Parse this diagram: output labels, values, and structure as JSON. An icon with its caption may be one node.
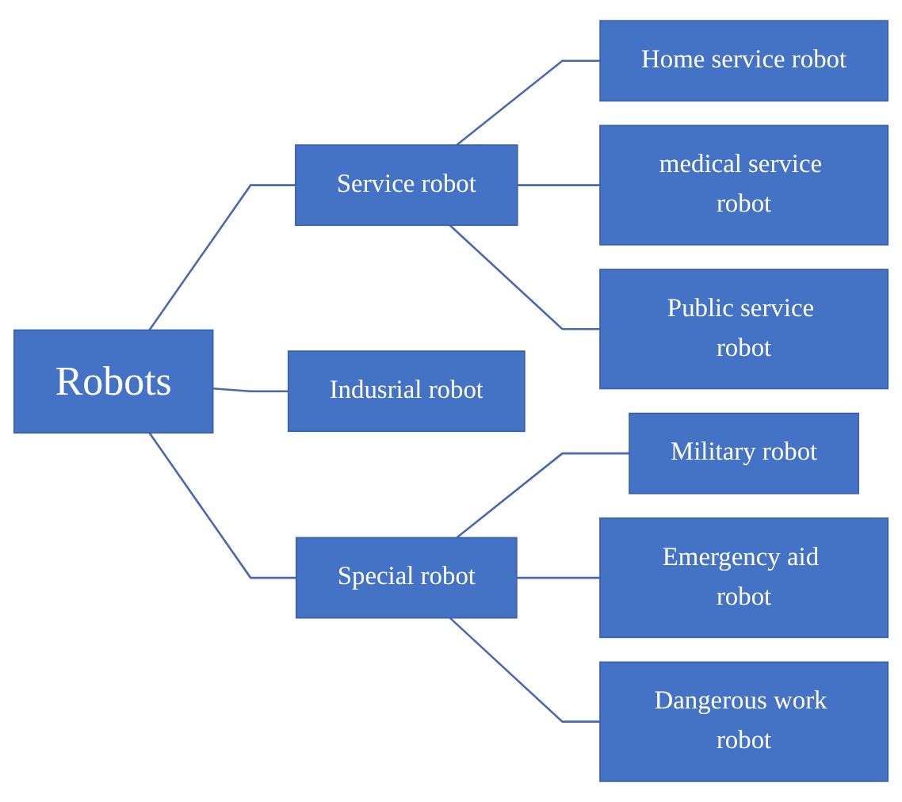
{
  "diagram": {
    "nodes": [
      {
        "text": [
          "Robots"
        ]
      },
      {
        "text": [
          "Service robot"
        ]
      },
      {
        "text": [
          "Home service robot"
        ]
      },
      {
        "text": [
          "medical service robot"
        ]
      },
      {
        "text": [
          "Public service robot"
        ]
      },
      {
        "text": [
          "Special robot"
        ]
      },
      {
        "text": [
          "Military robot"
        ]
      },
      {
        "text": [
          "Emergency aid robot"
        ]
      },
      {
        "text": [
          "Dangerous work robot"
        ]
      },
      {
        "text": [
          "Indusrial robot"
        ]
      }
    ],
    "edges": [
      {
        "from": 0,
        "to": 1,
        "arrow": "none"
      },
      {
        "from": 1,
        "to": 2,
        "arrow": "none"
      },
      {
        "from": 1,
        "to": 3,
        "arrow": "none"
      },
      {
        "from": 1,
        "to": 4,
        "arrow": "none"
      },
      {
        "from": 0,
        "to": 5,
        "arrow": "none"
      },
      {
        "from": 5,
        "to": 6,
        "arrow": "none"
      },
      {
        "from": 5,
        "to": 7,
        "arrow": "none"
      },
      {
        "from": 5,
        "to": 8,
        "arrow": "none"
      },
      {
        "from": 0,
        "to": 9,
        "arrow": "none"
      }
    ]
  }
}
